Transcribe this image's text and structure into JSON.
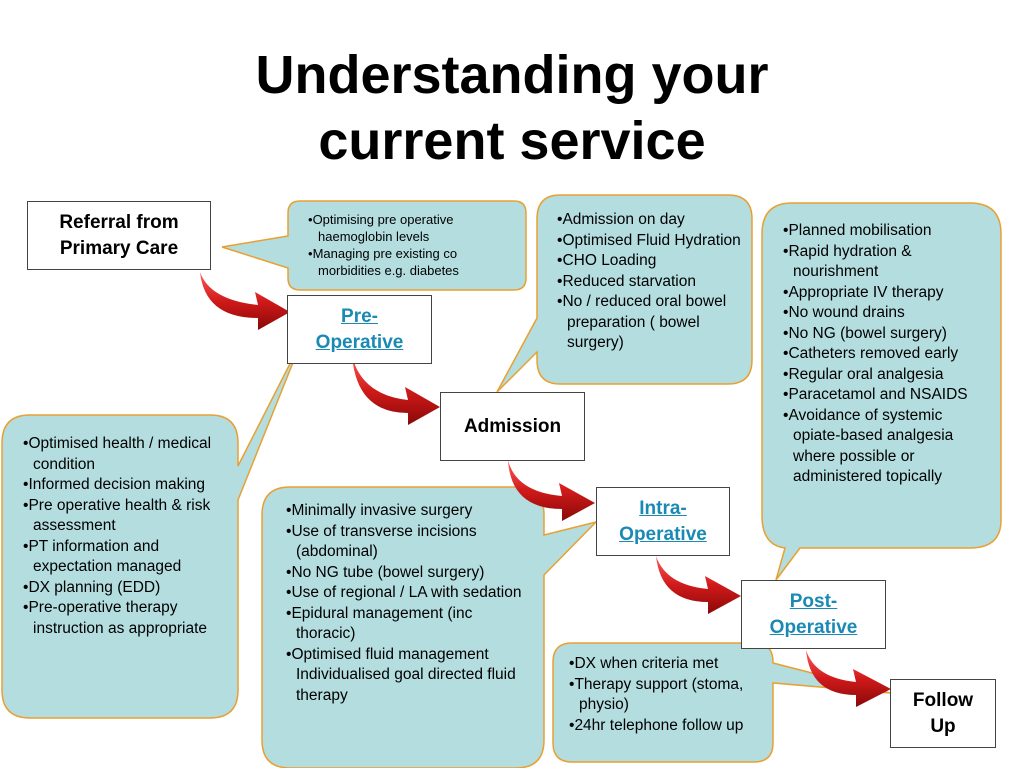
{
  "title": {
    "line1": "Understanding your",
    "line2": "current service"
  },
  "boxes": {
    "referral": {
      "line1": "Referral from",
      "line2": "Primary Care"
    },
    "pre_operative": {
      "line1": "Pre-",
      "line2": "Operative"
    },
    "admission": "Admission",
    "intra_operative": {
      "line1": "Intra-",
      "line2": "Operative"
    },
    "post_operative": {
      "line1": "Post-",
      "line2": "Operative"
    },
    "follow_up": {
      "line1": "Follow",
      "line2": "Up"
    }
  },
  "callouts": {
    "haemoglobin": {
      "items": [
        "Optimising pre operative haemoglobin levels",
        "Managing pre existing co morbidities e.g. diabetes"
      ]
    },
    "admission_day": {
      "items": [
        "Admission on day",
        "Optimised Fluid Hydration",
        "CHO Loading",
        "Reduced starvation",
        "No / reduced oral bowel preparation ( bowel surgery)"
      ]
    },
    "post_op_care": {
      "items": [
        "Planned mobilisation",
        "Rapid hydration & nourishment",
        "Appropriate IV therapy",
        "No wound drains",
        "No NG (bowel surgery)",
        "Catheters removed early",
        "Regular oral analgesia",
        "Paracetamol and NSAIDS",
        "Avoidance of systemic opiate-based analgesia where possible or administered topically"
      ]
    },
    "pre_op_health": {
      "items": [
        "Optimised health / medical condition",
        "Informed decision making",
        "Pre operative health & risk assessment",
        "PT information and expectation managed",
        "DX planning (EDD)",
        "Pre-operative therapy instruction as appropriate"
      ]
    },
    "intra_op": {
      "items": [
        "Minimally invasive surgery",
        "Use of transverse incisions (abdominal)",
        "No NG tube (bowel surgery)",
        "Use of  regional  / LA with sedation",
        "Epidural management (inc thoracic)",
        "Optimised fluid management Individualised goal directed fluid therapy"
      ]
    },
    "discharge": {
      "items": [
        "DX when criteria met",
        "Therapy support (stoma, physio)",
        "24hr telephone follow up"
      ]
    }
  },
  "colors": {
    "callout_fill": "#b4dde0",
    "callout_stroke": "#e8a030",
    "arrow_red": "#d01a1a",
    "link_blue": "#1a8ab4"
  }
}
